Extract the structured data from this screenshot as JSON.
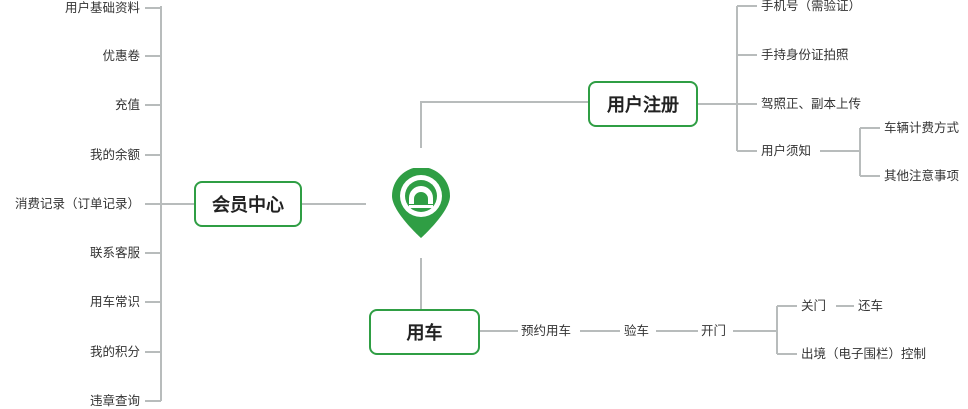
{
  "center_logo": {
    "icon": "map-pin-logo-icon",
    "color": "#2f9e44"
  },
  "member_center": {
    "title": "会员中心",
    "items": [
      "用户基础资料",
      "优惠卷",
      "充值",
      "我的余额",
      "消费记录（订单记录）",
      "联系客服",
      "用车常识",
      "我的积分",
      "违章查询"
    ]
  },
  "user_register": {
    "title": "用户注册",
    "items": [
      "手机号（需验证）",
      "手持身份证拍照",
      "驾照正、副本上传",
      "用户须知"
    ],
    "notice_items": [
      "车辆计费方式",
      "其他注意事项"
    ]
  },
  "car_use": {
    "title": "用车",
    "flow": [
      "预约用车",
      "验车",
      "开门"
    ],
    "open_items": [
      "关门",
      "出境（电子围栏）控制"
    ],
    "close_next": "还车"
  },
  "colors": {
    "line": "#b8bcbc",
    "accent": "#2f9e44"
  }
}
